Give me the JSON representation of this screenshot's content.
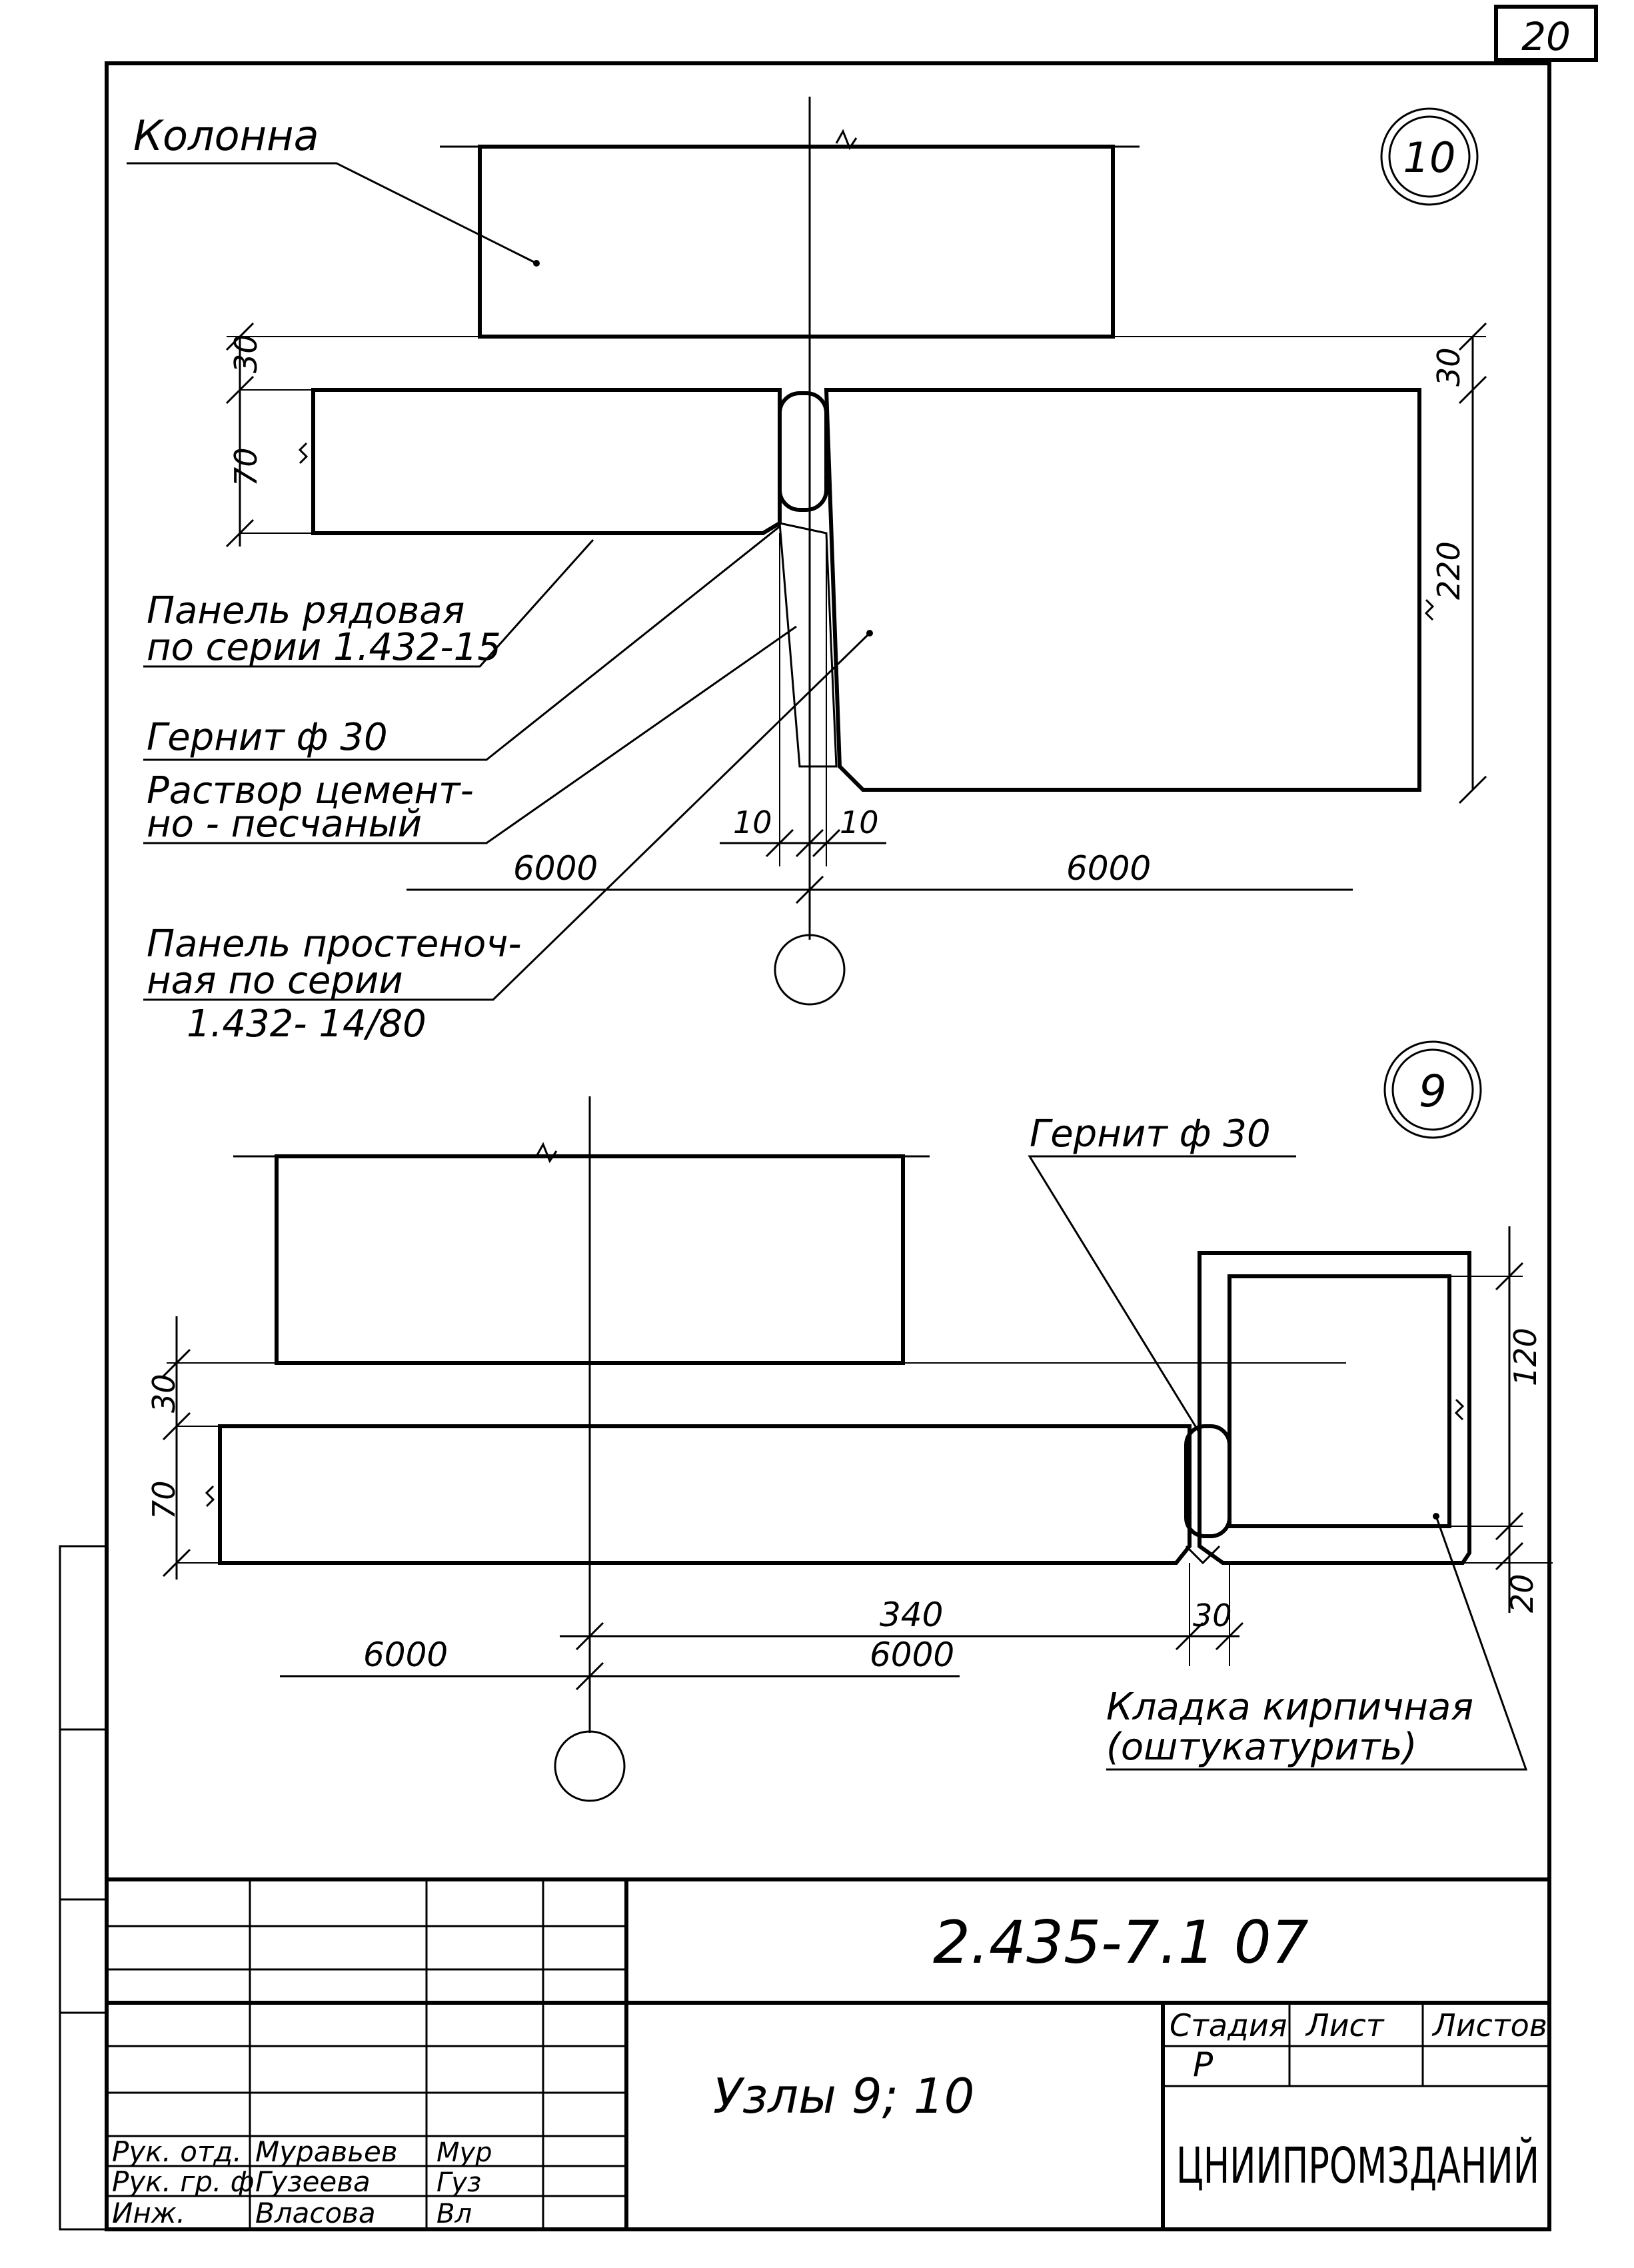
{
  "sheet_number": "20",
  "node_10": {
    "marker": "10",
    "label_column": "Колонна",
    "label_panel_row_1": "Панель рядовая",
    "label_panel_row_2": "по серии 1.432-15",
    "label_gernit": "Гернит ф 30",
    "label_mortar_1": "Раствор цемент-",
    "label_mortar_2": "но - песчаный",
    "label_panel_pier_1": "Панель простеноч-",
    "label_panel_pier_2": "ная по серии",
    "label_panel_pier_3": "1.432- 14/80",
    "dim_30_left": "30",
    "dim_70_left": "70",
    "dim_30_right": "30",
    "dim_220_right": "220",
    "dim_10_a": "10",
    "dim_10_b": "10",
    "dim_6000_left": "6000",
    "dim_6000_right": "6000"
  },
  "node_9": {
    "marker": "9",
    "label_gernit": "Гернит ф 30",
    "label_masonry_1": "Кладка кирпичная",
    "label_masonry_2": "(оштукатурить)",
    "dim_30_left": "30",
    "dim_70_left": "70",
    "dim_120": "120",
    "dim_20": "20",
    "dim_340": "340",
    "dim_30_joint": "30",
    "dim_6000_left": "6000",
    "dim_6000_right": "6000"
  },
  "title_block": {
    "doc_code": "2.435-7.1 07",
    "title": "Узлы 9; 10",
    "stage_header": "Стадия",
    "sheet_header": "Лист",
    "sheets_header": "Листов",
    "stage_value": "Р",
    "organization": "ЦНИИПРОМЗДАНИЙ",
    "staff": [
      {
        "role": "Рук. отд.",
        "name": "Муравьев",
        "signature": "Мур"
      },
      {
        "role": "Рук. гр. ф",
        "name": "Гузеева",
        "signature": "Гуз"
      },
      {
        "role": "Инж.",
        "name": "Власова",
        "signature": "Вл"
      }
    ]
  }
}
